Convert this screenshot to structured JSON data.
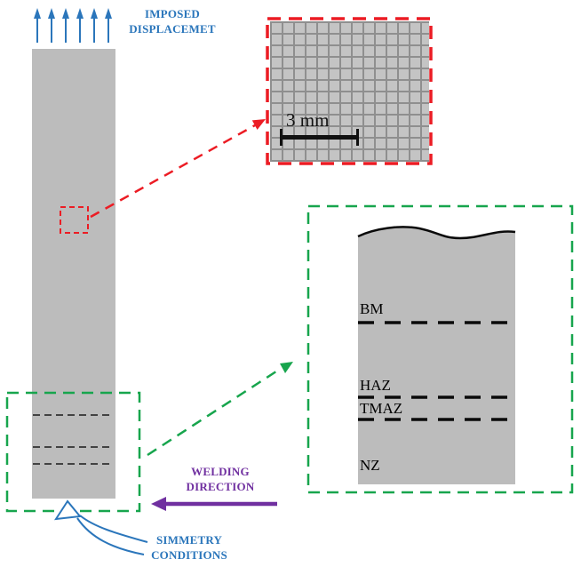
{
  "figure": {
    "imposed_displacement": {
      "line1": "IMPOSED",
      "line2": "DISPLACEMET"
    },
    "mesh_inset": {
      "scale_label": "3 mm"
    },
    "zones_inset": {
      "zone_bm": "BM",
      "zone_haz": "HAZ",
      "zone_tmaz": "TMAZ",
      "zone_nz": "NZ"
    },
    "welding_direction": {
      "line1": "WELDING",
      "line2": "DIRECTION"
    },
    "symmetry_conditions": {
      "line1": "SIMMETRY",
      "line2": "CONDITIONS"
    },
    "colors": {
      "arrow_blue": "#2b76bb",
      "dashed_red": "#ec1c24",
      "dashed_green": "#17a54d",
      "welding_purple": "#7030a0",
      "specimen_gray": "#bcbcbc"
    }
  }
}
